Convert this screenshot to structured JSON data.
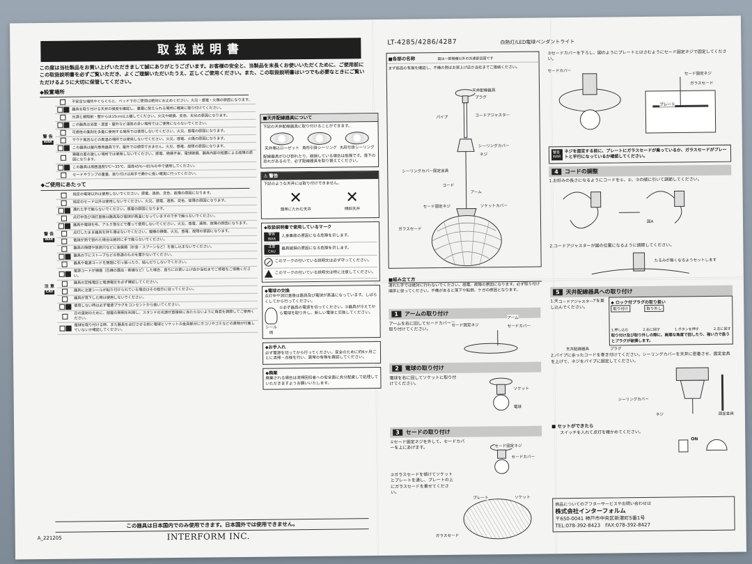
{
  "left": {
    "title": "取扱説明書",
    "intro": "この度は当社製品をお買い上げいただきまして誠にありがとうございます。お客様の安全と、当製品を末長くお使いいただくために、ご使用前にこの取扱説明書を必ずご覧いただき、よくご理解いただいたうえ、正しくご使用ください。また、この取扱説明書はいつでも必要なときにご覧いただけるように大切に保管してください。",
    "section_install": "◆設置場所",
    "section_usage": "◆ご使用にあたって",
    "label_warning": "警 告",
    "label_warning_en": "WAR",
    "label_caution": "注 意",
    "label_caution_en": "CAU",
    "install_rows": [
      "不安定な場所やぐらぐらと、ベッドでのご使用は絶対にお止めください。火災・感電・火傷の原因になります。",
      "器具を取り付ける天井の強度を確認し、重量に耐えられる場所に確実に取り付けてください。",
      "光源と被照射・壁からは15cm以上離してください。火災や破損、変色、劣化の原因になります。",
      "この器具は浴室・温室・屋外など湿気の多い場所ではご使用にならないでください。",
      "可燃性の薬剤を多量に使用する場所では使用しないでください。火災、感電の原因になります。",
      "サウナ風呂などの高温の場所では使用しないでください。火災、感電、火傷の原因になります。",
      "この器具は屋内専用器具です。屋外では使用できません。火災、感電、故障の原因になります。",
      "寒暖の差の激しい場所では使用しないでください。感電、絶縁不良、電球破損、器具内部の結露による故障の原因になります。",
      "この器具は周囲温度5℃〜35℃、湿度45%〜85%の中で使用してください。",
      "セードやランプの重量、取り付けは用手で静かに扱い確実に行ってください。"
    ],
    "usage_rows": [
      "指定の電球以外は使用しないでください。感電、過熱、変色、故障の原因になります。",
      "指定のセード以外は使用しないでください。火災、感電、過熱、変色、故障の原因になります。",
      "濡れた手で触らないでください。感電の原因になります。",
      "点灯中及び消灯直後は器具及び電球が高温になっていますので手で触らないでください。",
      "器具や電球を布、アルミ箔などで覆って使用しないでください。火災、感電、過熱、故障の原因になります。",
      "点灯したまま器具を持ち運ばないでください。電線の損傷、火災、感電、故障の原因になります。",
      "電球が熱で割れた場合は絶対に手で触らないでください。",
      "器具の隙間や放熱穴などに金属類（針金・スプーンなど）を差し込まないでください。",
      "器具の下にストーブなどの熱源のものを置かないでください。",
      "器具や電源コードを無理に引っ張ったり、結んだりしないでください。",
      "電源コードが損傷（芯線の露出・断線など）した場合、直ちにお買い上げ店か当社までご修理をご依頼ください。",
      "器具の定格電圧と電源電圧を必ず確認してください。",
      "器具に注意シールが貼り付けられている場合はその指示に従ってください。",
      "器具が落下した時は使用しないでください。",
      "使用しない時は必ず電源プラグをコンセントから抜いてください。",
      "日の直射のために、部屋の照明を利用し、スタンドの光源が直接目に当たらないように角度を調節してご使用ください。",
      "電球を取り付ける時、また器具を点灯させる前に電球とソケットの金具部分にホコリやゴミなどの異物が付着していないか確認してください。"
    ],
    "ceiling_box_title": "■天井配線器具について",
    "ceiling_box_text": "下記の天井配線器具に取り付けることができます。",
    "ceiling_types": [
      "天井埋込ローゼット",
      "角形引掛シーリング",
      "丸形引掛シーリング"
    ],
    "ceiling_notes": "配線器具がひび割れたり、破損している場合は危険です。落下の恐れがあるので、必ず配線器具を取り替えてください。",
    "warn_box_title": "⚠ 警告",
    "warn_box_text": "下記のような天井には取り付けできません。",
    "warn_types": [
      "簡単にたわむ天井",
      "傾斜天井"
    ],
    "marks_title": "◆取扱説明書で使用しているマーク",
    "marks": [
      {
        "tag": "警告 WAR",
        "text": "人身事故の原因になる危険を示します。"
      },
      {
        "tag": "注意 CAU",
        "text": "器具破損の原因になる危険を示します。"
      },
      {
        "tag": "",
        "text": "このマークの付いている説明文は必ず守ってください。"
      },
      {
        "tag": "",
        "text": "このマークの付いている説明文は特に注意してください。"
      }
    ],
    "bulb_title": "◆電球の交換",
    "bulb_text": "点灯中や消灯直後は器具及び電球が高温になっています。しばらくしてから行ってください。",
    "bulb_steps": "①必ず器具の電源を切ってください。②器具が冷えてから電球を取り外し、新しい電球と交換してください。",
    "bulb_seal": "シール例",
    "care_title": "◆お手入れ",
    "care_text": "必ず電源を切ってから行ってください。安全のために約6ヶ月ごとに清掃・点検を行い、異常の有無を確認してください。",
    "disposal_title": "◆廃棄",
    "disposal_text": "廃棄される場合は清掃回収者への安全面に充分配慮して処理していただきますようお願いいたします。",
    "made_in_japan": "この器具は日本国内でのみ使用できます。日本国外では使用できません。",
    "doc_code": "A_221205",
    "brand": "INTERFORM INC."
  },
  "right": {
    "model": "LT-4285/4286/4287",
    "subtitle": "白熱灯/LED電球ペンダントライト",
    "parts_title": "■各部の名称",
    "parts_note": "図は一部機種以外の共通部品図です",
    "parts_note2": "まず部品の有無を確認し、不備の際はお買上げ店か当社までご連絡ください。",
    "part_labels": [
      "天井配線器具",
      "プラグ",
      "パイプ",
      "コードアジャスター",
      "シーリングカバー",
      "ネジ",
      "シーリングカバー固定金具",
      "コード",
      "アーム",
      "セード固定ネジ",
      "ソケットカバー",
      "ガラスセード"
    ],
    "assembly_title": "■組み立て方",
    "assembly_notes": "濡れた手では絶対に行わないでください。感電、故障の原因になります。必ず取り付け順序に従ってください。不備があると落下や転倒、ケガの原因となります。",
    "steps": [
      {
        "num": "1",
        "title": "アームの取り付け",
        "text": "アームを右に回してセードカバーに取り付けてください。",
        "labels": [
          "セード固定ネジ",
          "アーム",
          "セードカバー"
        ]
      },
      {
        "num": "2",
        "title": "電球の取り付け",
        "text": "電球を右に回してソケットに取り付けてください。",
        "labels": [
          "ソケット",
          "電球"
        ]
      },
      {
        "num": "3",
        "title": "セードの取り付け",
        "text": "①セード固定ネジを外して、セードカバーを上にあげます。",
        "text2": "②ガラスセードを傾けてソケットとプレートを通し、プレートの上にガラスセードを乗せてください。",
        "labels": [
          "セード固定ネジ",
          "セードカバー",
          "プレート",
          "ソケット",
          "ガラスセード"
        ]
      }
    ],
    "step3_cont": "③セードカバーを下ろし、図のようにプレートとはさむようにセード固定ネジで固定してください。",
    "step3_labels": [
      "セードカバー",
      "セード固定ネジ",
      "ガラスセード",
      "プレート"
    ],
    "step3_warn": "ネジを固定する前に、プレートにガラスセードが乗っているか、ガラスセードがプレートと平行になっているか確認してください。",
    "step4": {
      "num": "4",
      "title": "コードの調整",
      "text": "1.お好みの長さになるようにコードを①、②、③の順に引いて調節してください。",
      "text2": "2.コードアジャスターが図の位置になるように調節してください。",
      "labels": [
        "図A",
        "たるみが無くなるようセットします",
        "コードアジャスター"
      ]
    },
    "step5": {
      "num": "5",
      "title": "天井配線器具への取り付け",
      "text": "1.天井配線器具にプラグを差し込んでください。",
      "lock_title": "◆ ロック付プラグの取り扱い",
      "lock_labels": [
        "取り付け",
        "取り外し",
        "1.押し込む",
        "2.右に回す",
        "1.ボタンを押す",
        "2.左に回す"
      ],
      "lock_text": "取り付け及び取り外しの際に、無理な角度で回したり、強い力で扱うとプラグが破損します。",
      "text2": "2.パイプに余ったコードを巻き付けてください。シーリングカバーを天井に密着させ、固定金具を上げて、ネジをパイプに固定してください。",
      "labels": [
        "シーリングカバー",
        "ネジ",
        "固定金具",
        "天井配線器具",
        "プラグ"
      ]
    },
    "set_title": "■ セットができたら",
    "set_text": "スイッチを入れて点灯を確かめてください。",
    "on_label": "ON",
    "contact": {
      "header": "商品についてのアフターサービスやお問い合わせは",
      "company": "株式会社インターフォルム",
      "address": "〒650-0041 神戸市中央区新港町5番1号",
      "tel": "TEL:078-392-8423　FAX:078-392-8427"
    }
  }
}
